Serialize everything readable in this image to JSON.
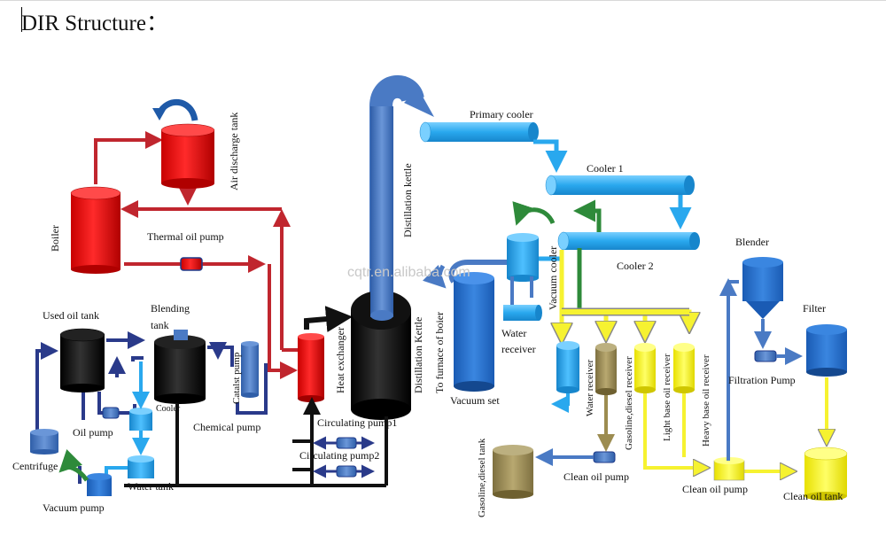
{
  "title": "DIR Structure：",
  "watermark": "cqtr.en.alibaba.com",
  "labels": {
    "air_discharge_tank": "Air discharge tank",
    "boiler": "Boiler",
    "thermal_oil_pump": "Thermal oil pump",
    "distillation_kettle": "Distillation kettle",
    "primary_cooler": "Primary cooler",
    "cooler1": "Cooler 1",
    "cooler2": "Cooler 2",
    "vacuum_cooler": "Vacuum cooler",
    "to_furnace": "To furnace of boier",
    "distillation_kettle2": "Distillation Kettle",
    "water_receiver1": "Water",
    "water_receiver2": "receiver",
    "vacuum_set": "Vacuum set",
    "heat_exchanger": "Heat exchanger",
    "used_oil_tank": "Used oil tank",
    "blending_tank1": "Blending",
    "blending_tank2": "tank",
    "catalst_pump": "Catalst pump",
    "cooler": "Cooler",
    "oil_pump": "Oil pump",
    "chemical_pump": "Chemical pump",
    "circulating_pump1": "Circulating pump1",
    "circulating_pump2": "Circulating pump2",
    "centrifuge": "Centrifuge",
    "water_tank": "Water tank",
    "vacuum_pump": "Vacuum pump",
    "water_receiver_v": "Water receiver",
    "gasoline_diesel_receiver": "Gasoline,diesel receiver",
    "light_base_oil_receiver": "Light base oil receiver",
    "heavy_base_oil_receiver": "Heavy base oil receiver",
    "gasoline_diesel_tank": "Gasoline,diesel tank",
    "clean_oil_pump1": "Clean oil pump",
    "clean_oil_pump2": "Clean oil pump",
    "blender": "Blender",
    "filter": "Filter",
    "filtration_pump": "Filtration Pump",
    "clean_oil_tank": "Clean oil tank"
  },
  "colors": {
    "thermal_red": "#ee1111",
    "pipe_red": "#c0262e",
    "pipe_navy": "#2a3a8a",
    "pipe_black": "#111111",
    "steel_blue": "#4a7ac4",
    "cooler_cyan": "#29a8ee",
    "receiver_yellow": "#f6f230",
    "receiver_khaki": "#9c8c50",
    "arrow_green": "#2e8a3a",
    "vacuum_blue": "#2b6fc7",
    "dark_blue": "#1f5aa8"
  }
}
